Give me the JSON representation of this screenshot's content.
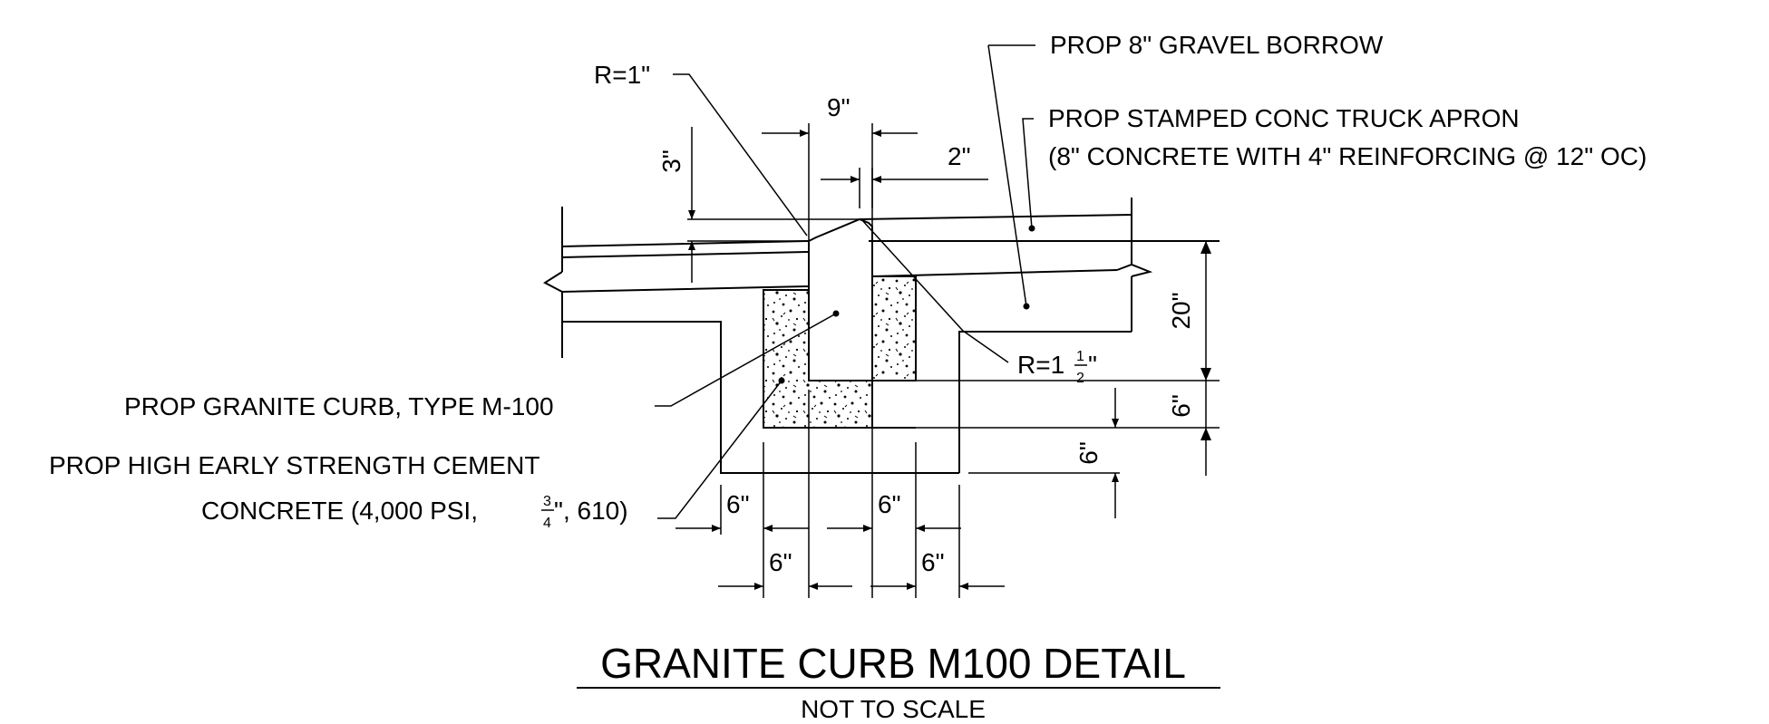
{
  "drawing": {
    "title": "GRANITE CURB M100 DETAIL",
    "subtitle": "NOT TO SCALE"
  },
  "callouts": {
    "gravel": "PROP 8\" GRAVEL BORROW",
    "apron_line1": "PROP STAMPED CONC TRUCK APRON",
    "apron_line2": "(8\" CONCRETE WITH 4\" REINFORCING @ 12\" OC)",
    "radius_left": "R=1\"",
    "radius_right_prefix": "R=1",
    "radius_right_frac_num": "1",
    "radius_right_frac_den": "2",
    "radius_right_suffix": "\"",
    "curb": "PROP GRANITE CURB, TYPE M-100",
    "concrete_line1": "PROP HIGH EARLY STRENGTH CEMENT",
    "concrete_line2_prefix": "CONCRETE (4,000 PSI, ",
    "concrete_frac_num": "3",
    "concrete_frac_den": "4",
    "concrete_line2_suffix": "\", 610)"
  },
  "dimensions": {
    "curb_top_width": "9\"",
    "batter": "2\"",
    "reveal": "3\"",
    "curb_height": "20\"",
    "bottom_right_depth": "6\"",
    "bedding_depth": "6\"",
    "left_outer": "6\"",
    "left_inner": "6\"",
    "right_inner": "6\"",
    "right_outer": "6\""
  },
  "colors": {
    "ink": "#000000",
    "background": "#ffffff"
  }
}
